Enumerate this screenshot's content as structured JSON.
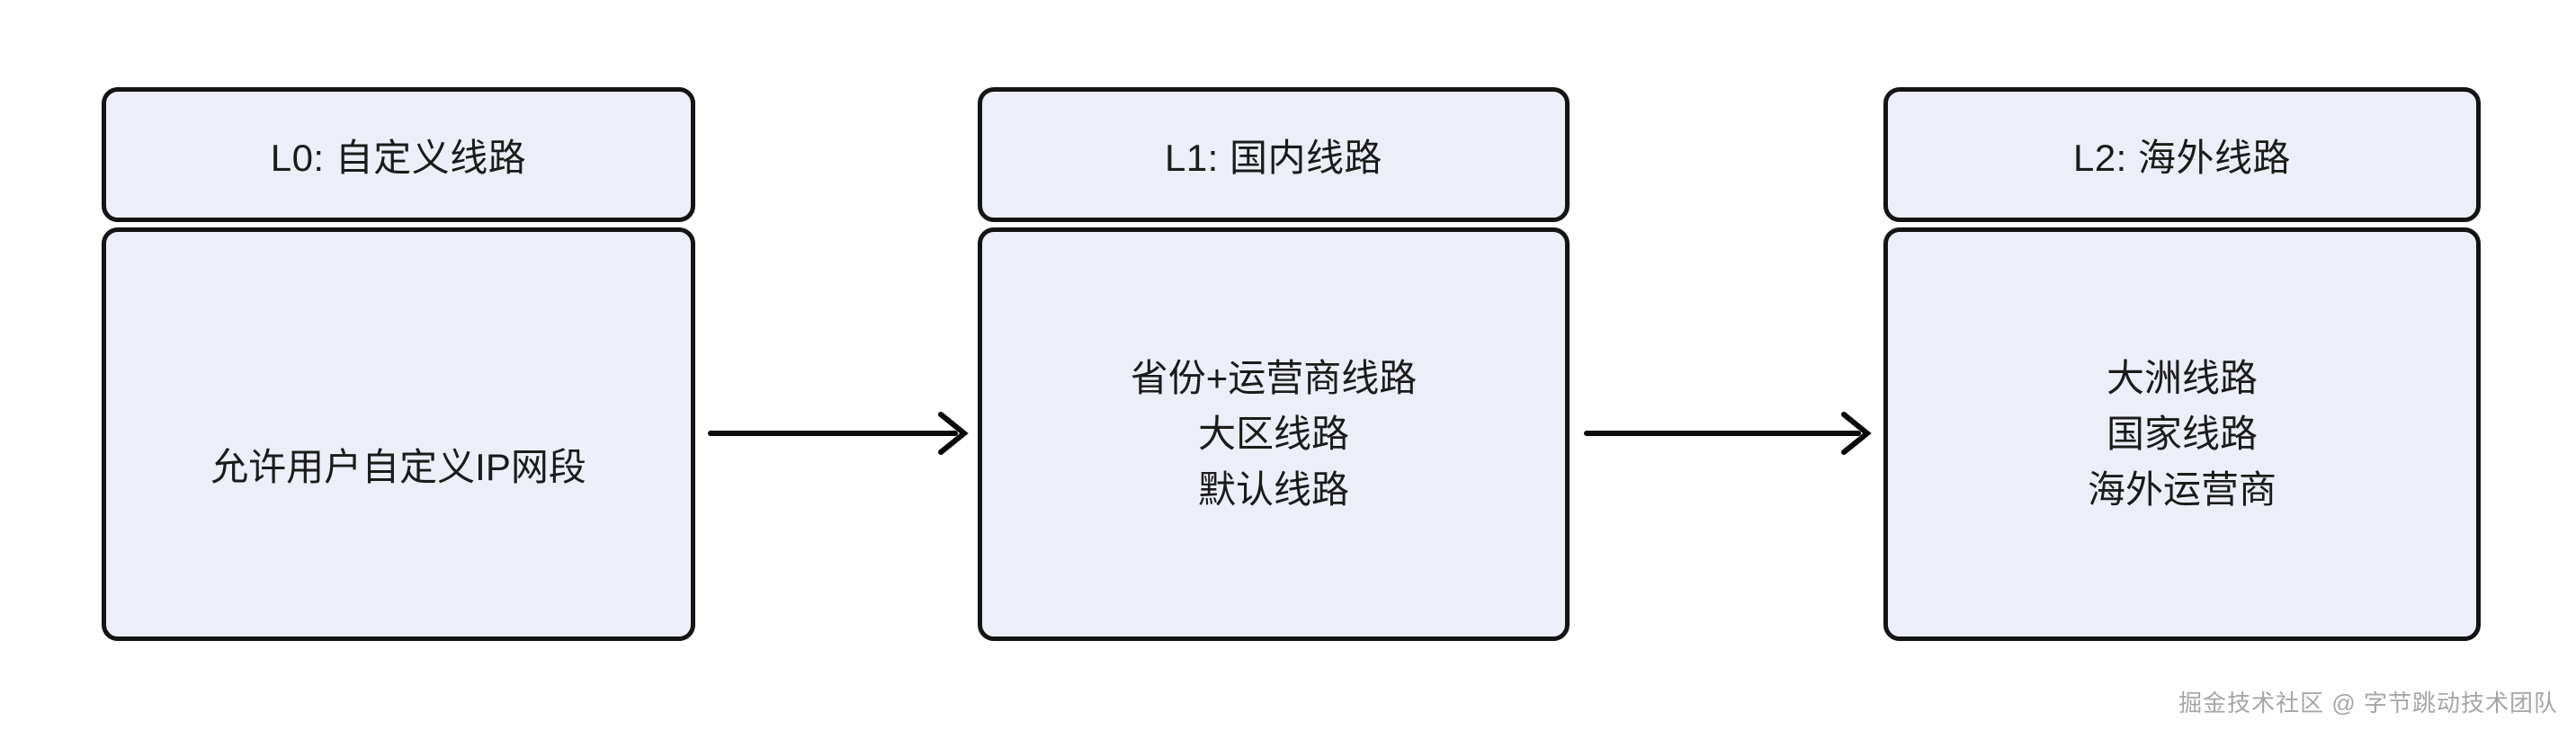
{
  "diagram": {
    "type": "flowchart-left-to-right",
    "nodes": [
      {
        "id": "L0",
        "header": "L0: 自定义线路",
        "body_lines": [
          "允许用户自定义IP网段"
        ]
      },
      {
        "id": "L1",
        "header": "L1: 国内线路",
        "body_lines": [
          "省份+运营商线路",
          "大区线路",
          "默认线路"
        ]
      },
      {
        "id": "L2",
        "header": "L2: 海外线路",
        "body_lines": [
          "大洲线路",
          "国家线路",
          "海外运营商"
        ]
      }
    ],
    "edges": [
      {
        "from": "L0",
        "to": "L1"
      },
      {
        "from": "L1",
        "to": "L2"
      }
    ],
    "colors": {
      "background": "#ffffff",
      "node_fill": "#edeff8",
      "node_border": "#141414",
      "arrow": "#0a0a0a",
      "text": "#1b1b1b",
      "watermark_text": "#a6a6a6"
    }
  },
  "watermark": {
    "text": "掘金技术社区 @ 字节跳动技术团队"
  }
}
